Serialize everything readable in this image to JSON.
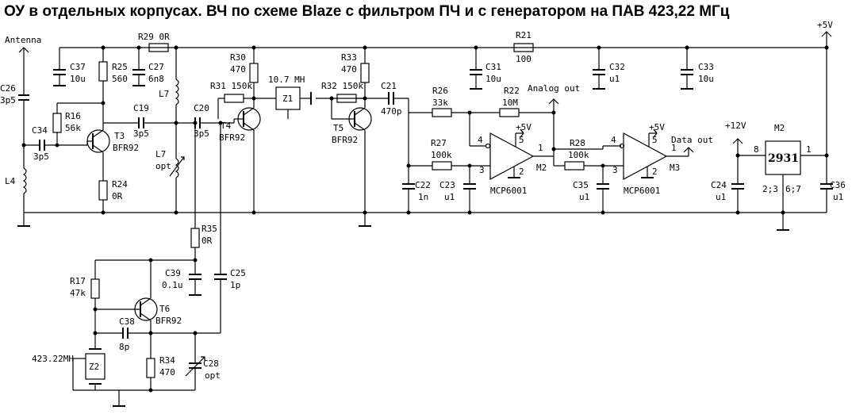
{
  "title": "ОУ в отдельных корпусах. ВЧ по схеме Blaze с фильтром ПЧ и с генератором на ПАВ 423,22 МГц",
  "components": {
    "antenna": "Antenna",
    "c26": [
      "C26",
      "3p5"
    ],
    "c34": [
      "C34",
      "3p5"
    ],
    "l4": "L4",
    "c37": [
      "C37",
      "10u"
    ],
    "r25": [
      "R25",
      "560"
    ],
    "c27": [
      "C27",
      "6n8"
    ],
    "r29": "R29 0R",
    "r16": [
      "R16",
      "56k"
    ],
    "t3": [
      "T3",
      "BFR92"
    ],
    "r24": [
      "R24",
      "0R"
    ],
    "c19": [
      "C19",
      "3p5"
    ],
    "l7": "L7",
    "l7b": [
      "L7",
      "opt"
    ],
    "c20": [
      "C20",
      "3p5"
    ],
    "r30": [
      "R30",
      "470"
    ],
    "r31": "R31 150k",
    "t4": [
      "T4",
      "BFR92"
    ],
    "z1": [
      "10.7 MH",
      "Z1"
    ],
    "r33": [
      "R33",
      "470"
    ],
    "r32": "R32 150k",
    "t5": [
      "T5",
      "BFR92"
    ],
    "c21": [
      "C21",
      "470p"
    ],
    "r26": [
      "R26",
      "33k"
    ],
    "r21": [
      "R21",
      "100"
    ],
    "c31": [
      "C31",
      "10u"
    ],
    "c32": [
      "C32",
      "u1"
    ],
    "c33": [
      "C33",
      "10u"
    ],
    "r22": [
      "R22",
      "10M"
    ],
    "analog_out": "Analog out",
    "r27": [
      "R27",
      "100k"
    ],
    "c22": [
      "C22",
      "1n"
    ],
    "c23": [
      "C23",
      "u1"
    ],
    "m2": [
      "M2",
      "MCP6001"
    ],
    "r28": [
      "R28",
      "100k"
    ],
    "c35": [
      "C35",
      "u1"
    ],
    "m3": [
      "M3",
      "MCP6001"
    ],
    "data_out": "Data out",
    "plus5v": "+5V",
    "plus12v": "+12V",
    "reg": [
      "M2",
      "2931",
      "8",
      "1",
      "2;3",
      "6;7"
    ],
    "c24": [
      "C24",
      "u1"
    ],
    "c36": [
      "C36",
      "u1"
    ],
    "r35": [
      "R35",
      "0R"
    ],
    "c39": [
      "C39",
      "0.1u"
    ],
    "c25": [
      "C25",
      "1p"
    ],
    "r17": [
      "R17",
      "47k"
    ],
    "t6": [
      "T6",
      "BFR92"
    ],
    "c38": [
      "C38",
      "8p"
    ],
    "z2": [
      "423.22MH",
      "Z2"
    ],
    "r34": [
      "R34",
      "470"
    ],
    "c28": [
      "C28",
      "opt"
    ],
    "pins": [
      "4",
      "5",
      "3",
      "2",
      "1",
      "4",
      "5",
      "3",
      "2",
      "1"
    ]
  }
}
